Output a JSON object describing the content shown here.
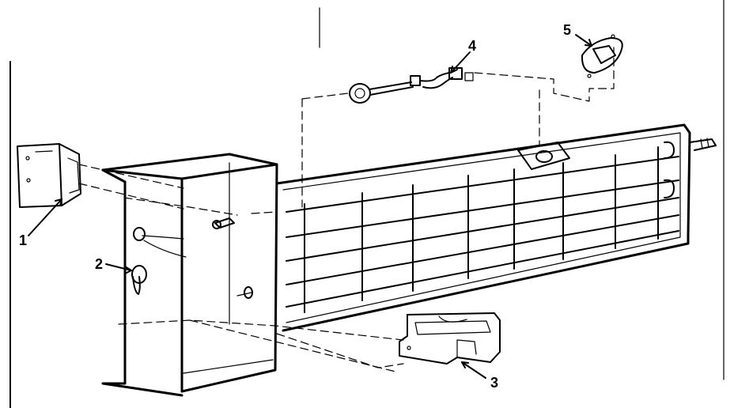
{
  "callouts": [
    {
      "id": "callout-1",
      "text": "1"
    },
    {
      "id": "callout-2",
      "text": "2"
    },
    {
      "id": "callout-3",
      "text": "3"
    },
    {
      "id": "callout-4",
      "text": "4"
    },
    {
      "id": "callout-5",
      "text": "5"
    }
  ],
  "colors": {
    "ink": "#000000",
    "paper": "#ffffff"
  }
}
